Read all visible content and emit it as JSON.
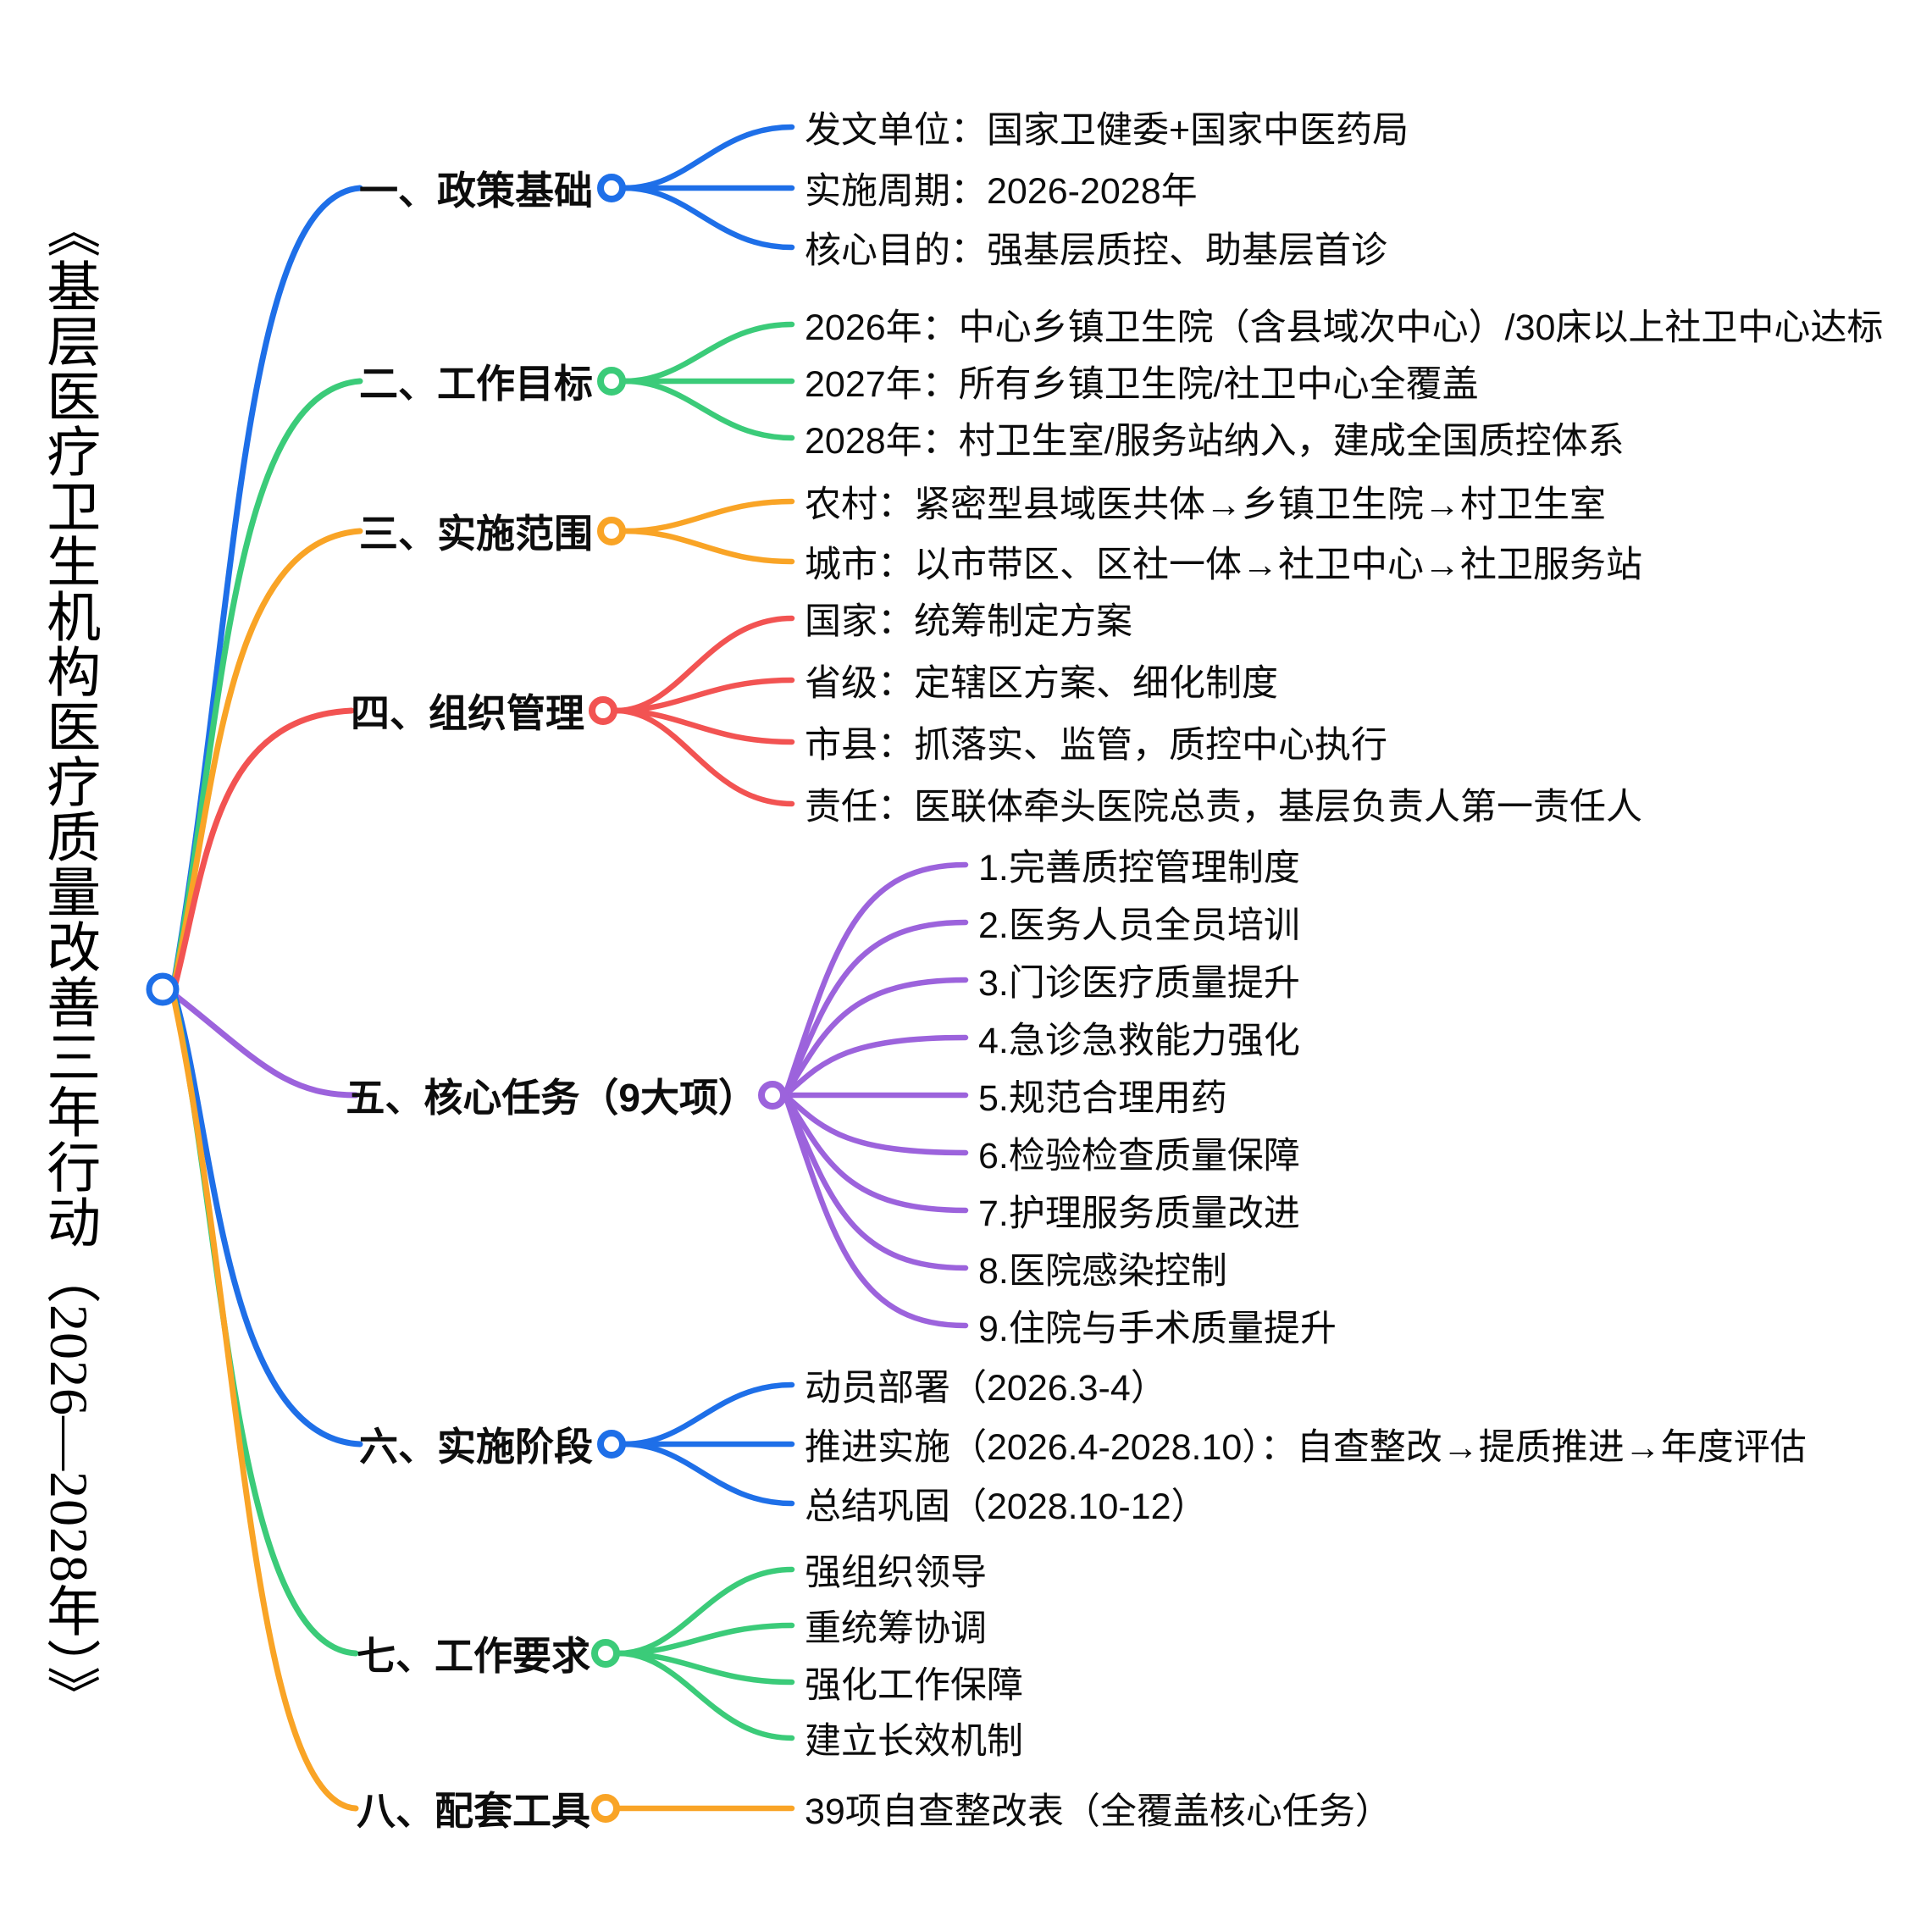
{
  "title": "《基层医疗卫生机构医疗质量改善三年行动（2026—2028年）》",
  "root_color": "#1E6FE8",
  "palette": {
    "blue": "#1E6FE8",
    "green": "#3BCB79",
    "orange": "#F9A426",
    "red": "#F25352",
    "purple": "#9C63DC",
    "text": "#0d0d0d",
    "background": "#FFFFFF"
  },
  "branches": [
    {
      "label": "一、政策基础",
      "color": "#1E6FE8",
      "children": [
        "发文单位：国家卫健委+国家中医药局",
        "实施周期：2026-2028年",
        "核心目的：强基层质控、助基层首诊"
      ]
    },
    {
      "label": "二、工作目标",
      "color": "#3BCB79",
      "children": [
        "2026年：中心乡镇卫生院（含县域次中心）/30床以上社卫中心达标",
        "2027年：所有乡镇卫生院/社卫中心全覆盖",
        "2028年：村卫生室/服务站纳入，建成全国质控体系"
      ]
    },
    {
      "label": "三、实施范围",
      "color": "#F9A426",
      "children": [
        "农村：紧密型县域医共体→乡镇卫生院→村卫生室",
        "城市：以市带区、区社一体→社卫中心→社卫服务站"
      ]
    },
    {
      "label": "四、组织管理",
      "color": "#F25352",
      "children": [
        "国家：统筹制定方案",
        "省级：定辖区方案、细化制度",
        "市县：抓落实、监管，质控中心执行",
        "责任：医联体牵头医院总责，基层负责人第一责任人"
      ]
    },
    {
      "label": "五、核心任务（9大项）",
      "color": "#9C63DC",
      "children": [
        "1.完善质控管理制度",
        "2.医务人员全员培训",
        "3.门诊医疗质量提升",
        "4.急诊急救能力强化",
        "5.规范合理用药",
        "6.检验检查质量保障",
        "7.护理服务质量改进",
        "8.医院感染控制",
        "9.住院与手术质量提升"
      ]
    },
    {
      "label": "六、实施阶段",
      "color": "#1E6FE8",
      "children": [
        "动员部署（2026.3-4）",
        "推进实施（2026.4-2028.10）：自查整改→提质推进→年度评估",
        "总结巩固（2028.10-12）"
      ]
    },
    {
      "label": "七、工作要求",
      "color": "#3BCB79",
      "children": [
        "强组织领导",
        "重统筹协调",
        "强化工作保障",
        "建立长效机制"
      ]
    },
    {
      "label": "八、配套工具",
      "color": "#F9A426",
      "children": [
        "39项自查整改表（全覆盖核心任务）"
      ]
    }
  ]
}
